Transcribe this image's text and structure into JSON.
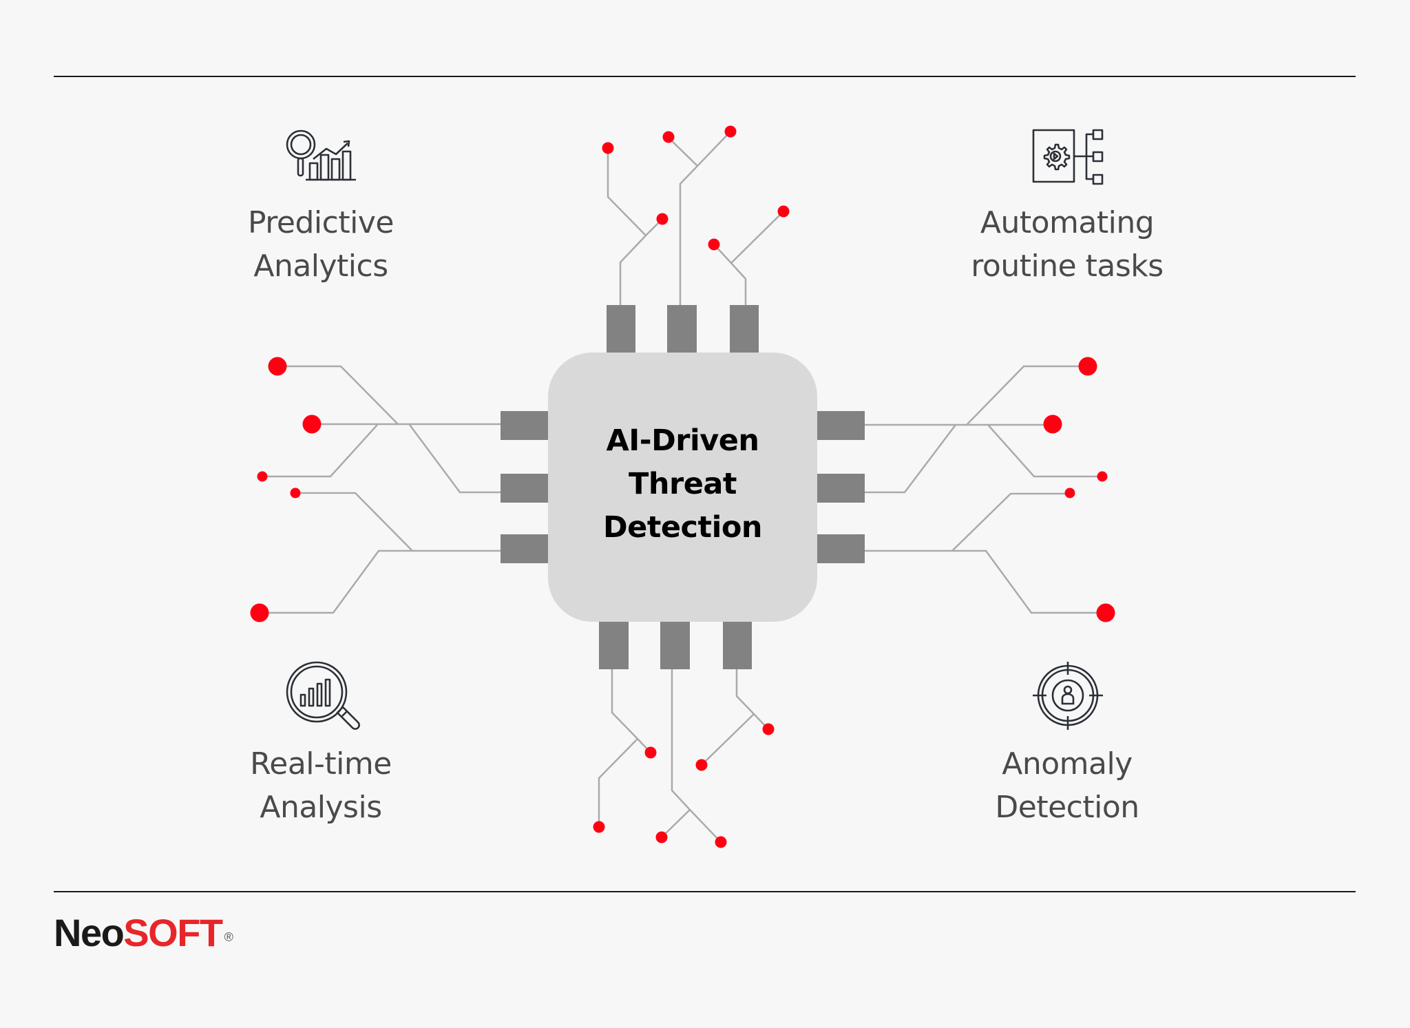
{
  "diagram": {
    "center_title": [
      "AI-Driven",
      "Threat",
      "Detection"
    ],
    "features": [
      {
        "id": "predictive-analytics",
        "lines": [
          "Predictive",
          "Analytics"
        ],
        "icon": "magnifier-chart-icon",
        "position": "top-left"
      },
      {
        "id": "automating-routine-tasks",
        "lines": [
          "Automating",
          "routine tasks"
        ],
        "icon": "gear-workflow-icon",
        "position": "top-right"
      },
      {
        "id": "real-time-analysis",
        "lines": [
          "Real-time",
          "Analysis"
        ],
        "icon": "magnifier-bars-icon",
        "position": "bottom-left"
      },
      {
        "id": "anomaly-detection",
        "lines": [
          "Anomaly",
          "Detection"
        ],
        "icon": "target-person-icon",
        "position": "bottom-right"
      }
    ]
  },
  "brand": {
    "logo_part1": "Neo",
    "logo_part2": "SOFT",
    "registered": "®"
  },
  "colors": {
    "background": "#f7f7f7",
    "chip": "#d9d9d9",
    "pin": "#828282",
    "trace": "#aaaaaa",
    "node": "#ff0013",
    "label_text": "#4a4a4a",
    "brand_red": "#e8262a",
    "brand_dark": "#1a1a1a"
  }
}
